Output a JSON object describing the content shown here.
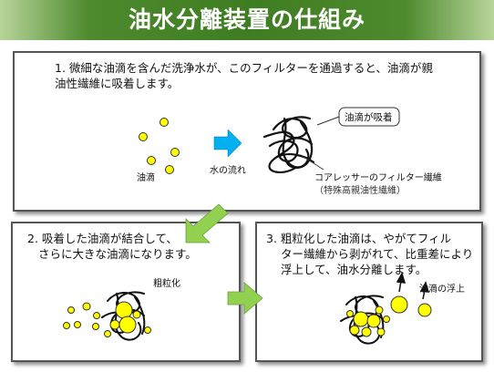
{
  "title": "油水分離装置の仕組み",
  "panel1": {
    "line1": "1. 微細な油滴を含んだ洗浄水が、このフィルターを通過すると、油滴が親",
    "line2": "油性繊維に吸着します。",
    "label_droplets": "油滴",
    "label_flow": "水の流れ",
    "callout": "油滴が吸着",
    "filter_label": "コアレッサーのフィルター繊維",
    "filter_sub": "（特殊高親油性繊維）"
  },
  "panel2": {
    "line1": "2. 吸着した油滴が結合して、",
    "line2": "さらに大きな油滴になります。",
    "label": "粗粒化"
  },
  "panel3": {
    "line1": "3. 粗粒化した油滴は、やがてフィル",
    "line2": "ター繊維から剥がれて、比重差により",
    "line3": "浮上して、油水分離します。",
    "label": "油滴の浮上"
  },
  "colors": {
    "title_bar": "#3f7d22",
    "droplet": "#ffff00",
    "arrow": "#00b0f0",
    "arrow_green": "#92d050"
  }
}
